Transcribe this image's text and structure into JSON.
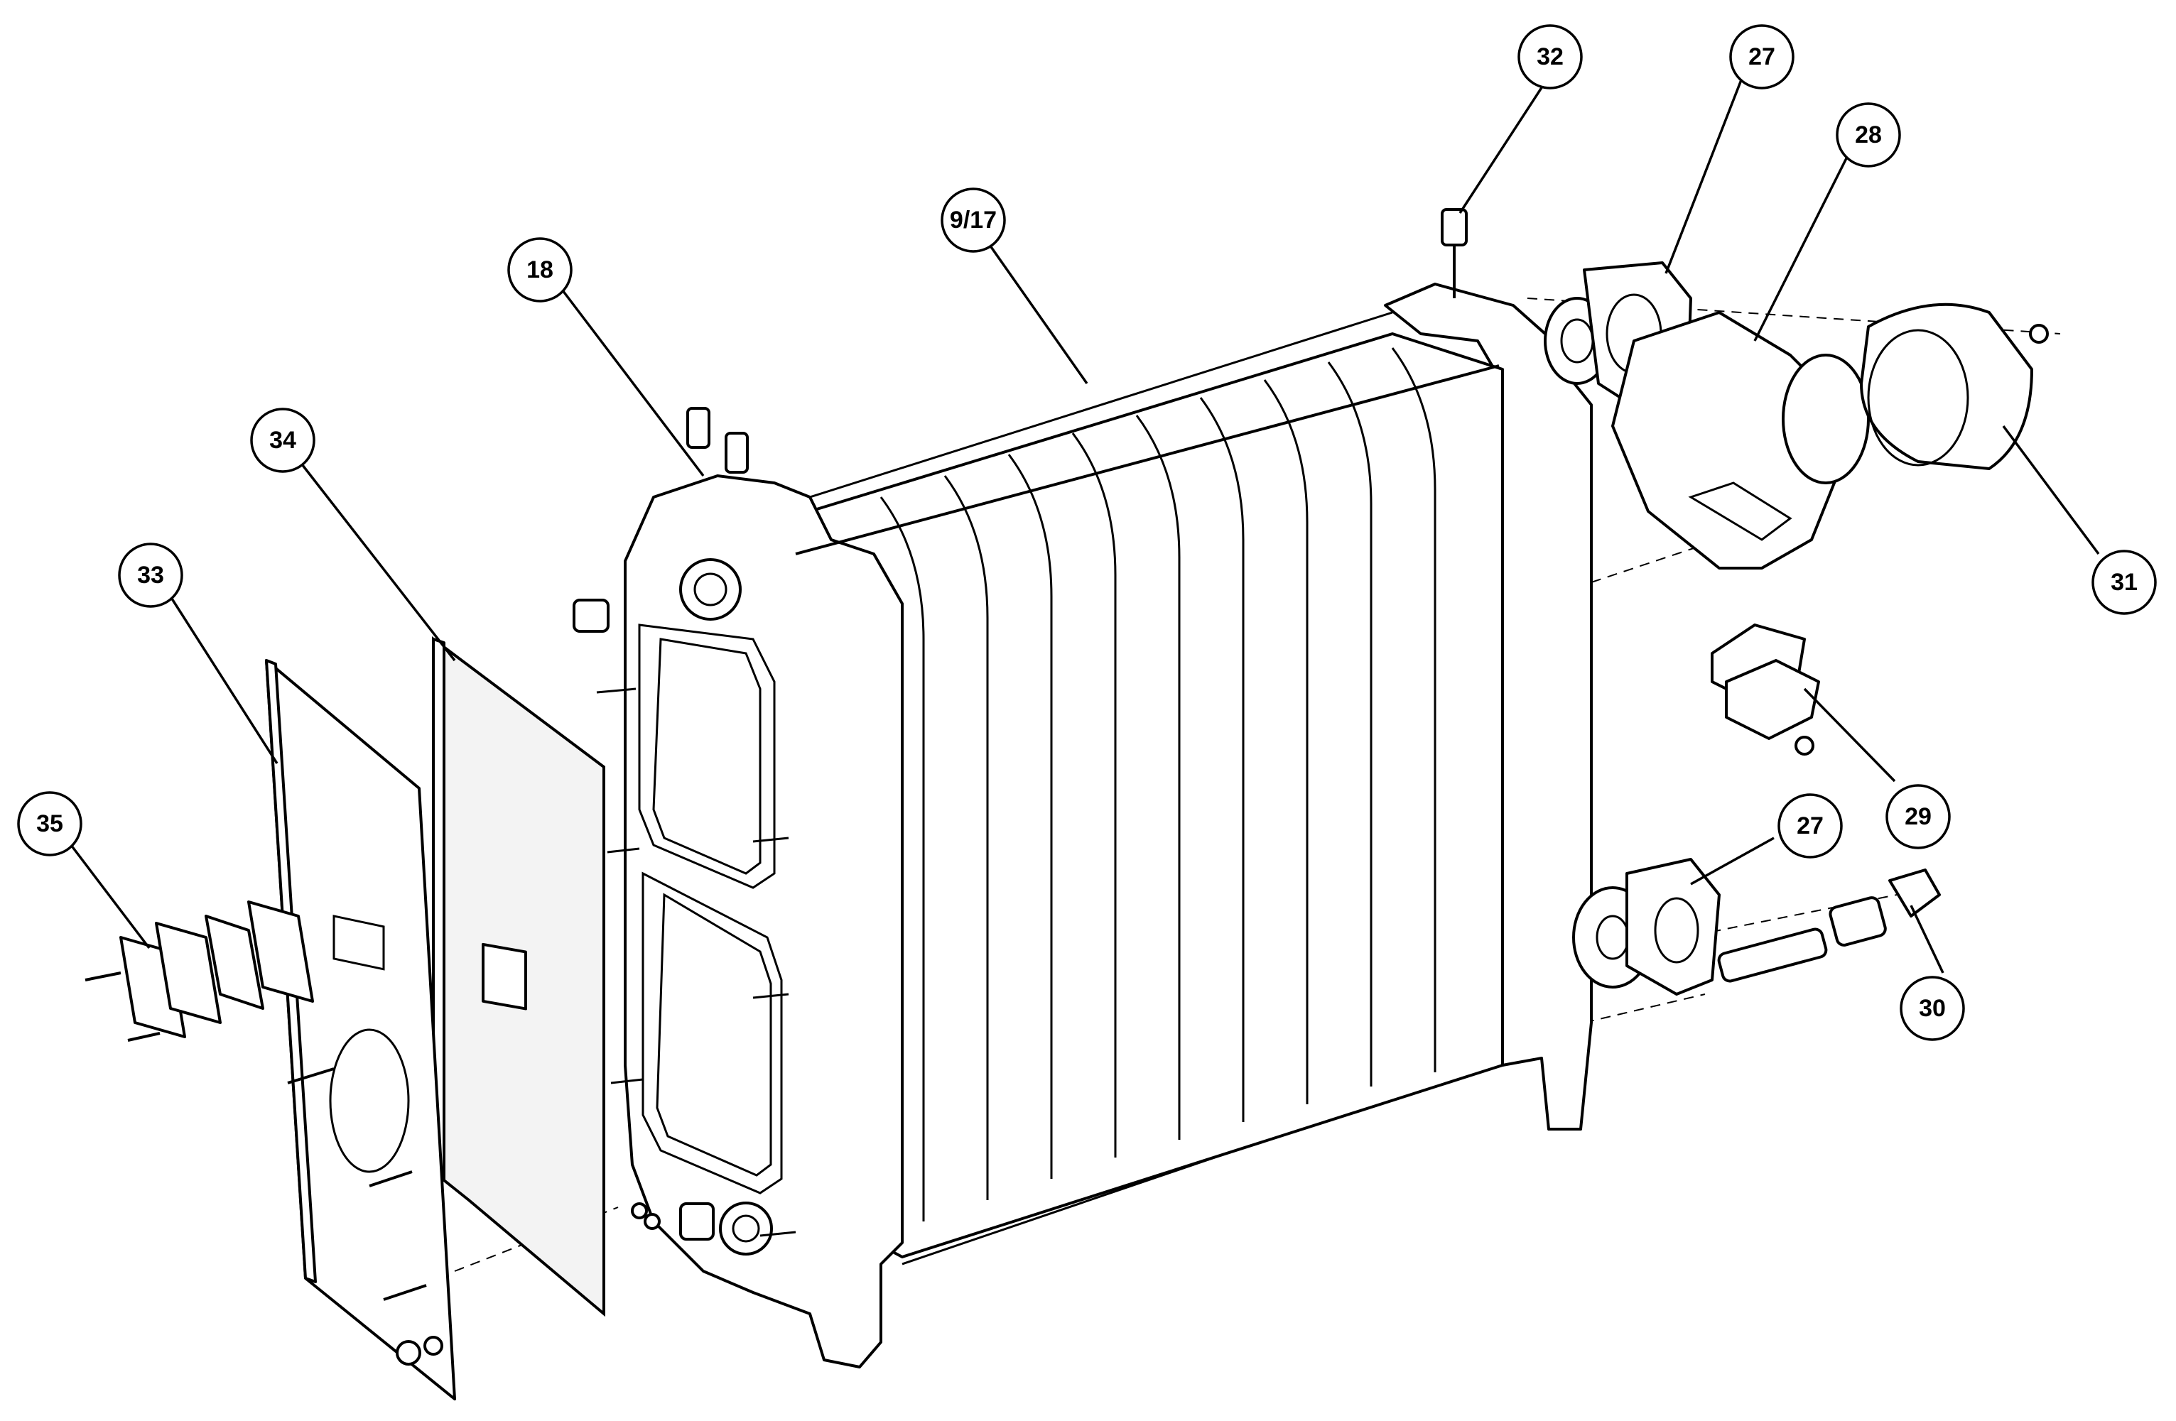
{
  "diagram": {
    "callouts": [
      {
        "id": "c32",
        "label": "32"
      },
      {
        "id": "c27a",
        "label": "27"
      },
      {
        "id": "c28",
        "label": "28"
      },
      {
        "id": "c917",
        "label": "9/17"
      },
      {
        "id": "c18",
        "label": "18"
      },
      {
        "id": "c34",
        "label": "34"
      },
      {
        "id": "c33",
        "label": "33"
      },
      {
        "id": "c31",
        "label": "31"
      },
      {
        "id": "c35",
        "label": "35"
      },
      {
        "id": "c29",
        "label": "29"
      },
      {
        "id": "c27b",
        "label": "27"
      },
      {
        "id": "c30",
        "label": "30"
      }
    ]
  }
}
